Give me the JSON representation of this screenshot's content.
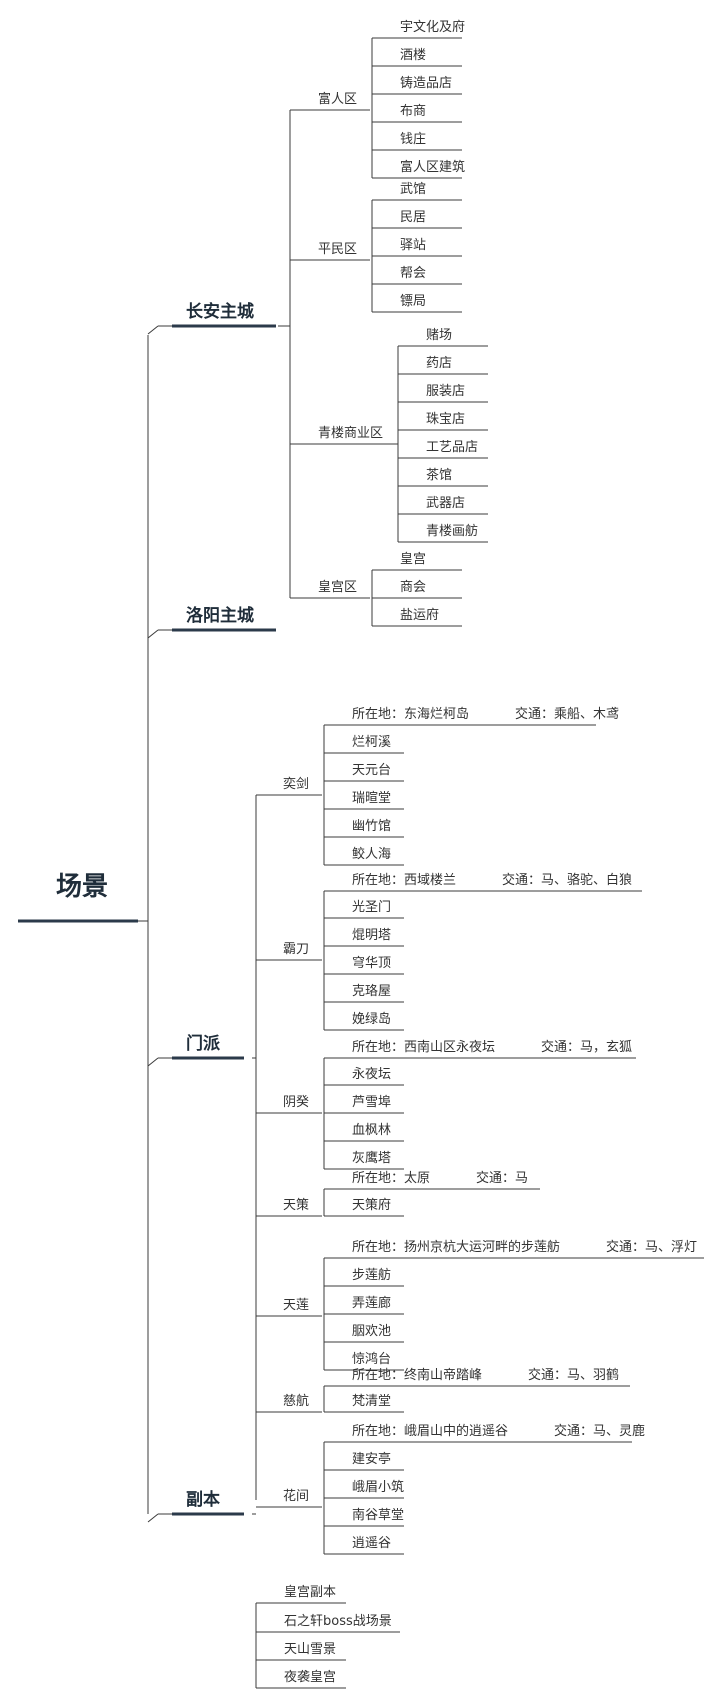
{
  "root": "场景",
  "branches": {
    "changan": {
      "label": "长安主城",
      "fuRen": {
        "label": "富人区",
        "items": [
          "宇文化及府",
          "酒楼",
          "铸造品店",
          "布商",
          "钱庄",
          "富人区建筑"
        ]
      },
      "pingMin": {
        "label": "平民区",
        "items": [
          "武馆",
          "民居",
          "驿站",
          "帮会",
          "镖局"
        ]
      },
      "qingLou": {
        "label": "青楼商业区",
        "items": [
          "赌场",
          "药店",
          "服装店",
          "珠宝店",
          "工艺品店",
          "茶馆",
          "武器店",
          "青楼画舫"
        ]
      },
      "huangGong": {
        "label": "皇宫区",
        "items": [
          "皇宫",
          "商会",
          "盐运府"
        ]
      }
    },
    "luoyang": {
      "label": "洛阳主城"
    },
    "menpai": {
      "label": "门派",
      "yijian": {
        "label": "奕剑",
        "info": "所在地：东海烂柯岛",
        "traffic": "交通：乘船、木鸢",
        "items": [
          "烂柯溪",
          "天元台",
          "瑞暄堂",
          "幽竹馆",
          "鲛人海"
        ]
      },
      "badao": {
        "label": "霸刀",
        "info": "所在地：西域楼兰",
        "traffic": "交通：马、骆驼、白狼",
        "items": [
          "光圣门",
          "焜明塔",
          "穹华顶",
          "克珞屋",
          "娩绿岛"
        ]
      },
      "yinkui": {
        "label": "阴癸",
        "info": "所在地：西南山区永夜坛",
        "traffic": "交通：马，玄狐",
        "items": [
          "永夜坛",
          "芦雪埠",
          "血枫林",
          "灰鹰塔"
        ]
      },
      "tiance": {
        "label": "天策",
        "info": "所在地：太原",
        "traffic": "交通：马",
        "items": [
          "天策府"
        ]
      },
      "tianlian": {
        "label": "天莲",
        "info": "所在地：扬州京杭大运河畔的步莲舫",
        "traffic": "交通：马、浮灯",
        "items": [
          "步莲舫",
          "弄莲廊",
          "胭欢池",
          "惊鸿台"
        ]
      },
      "cihang": {
        "label": "慈航",
        "info": "所在地：终南山帝踏峰",
        "traffic": "交通：马、羽鹤",
        "items": [
          "梵清堂"
        ]
      },
      "huajian": {
        "label": "花间",
        "info": "所在地：峨眉山中的逍遥谷",
        "traffic": "交通：马、灵鹿",
        "items": [
          "建安亭",
          "峨眉小筑",
          "南谷草堂",
          "逍遥谷"
        ]
      }
    },
    "fuben": {
      "label": "副本",
      "items": [
        "皇宫副本",
        "石之轩boss战场景",
        "天山雪景",
        "夜袭皇宫"
      ]
    }
  },
  "colors": {
    "line": "#3b3b3b",
    "thick": "#2b3a4a",
    "text": "#333333"
  }
}
